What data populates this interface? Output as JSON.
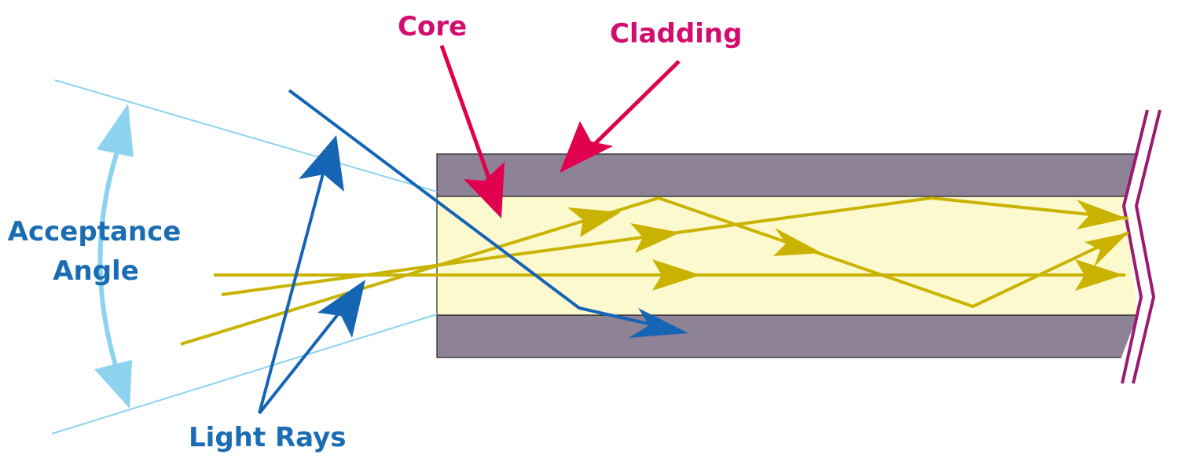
{
  "labels": {
    "core": "Core",
    "cladding": "Cladding",
    "acceptance_line1": "Acceptance",
    "acceptance_line2": "Angle",
    "light_rays": "Light Rays"
  },
  "colors": {
    "core_label": "#d30c6e",
    "blue_label": "#1a6db3",
    "cladding_fill": "#8e8296",
    "core_fill": "#fdf9cf",
    "ray_yellow": "#c9b300",
    "ray_blue": "#1565b4",
    "acceptance_line": "#8dd3ef",
    "break_mark": "#9a1a70"
  }
}
